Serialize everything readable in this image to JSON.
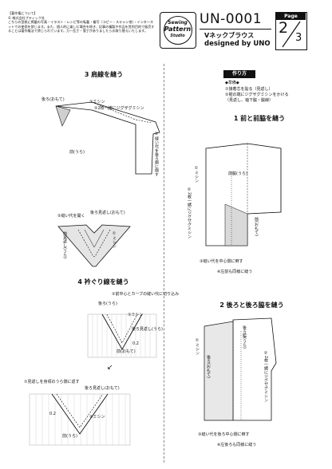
{
  "copyright": {
    "heading": "【著作権について】",
    "owner": "© 株式会社ブティック社",
    "body": "こちらの型紙に掲載の写真・イラスト・レシピ等の転載・複写（コピー・スキャン他）・インターネットでの使用を禁じます。また、個人的に楽しむ場合を除き、記事の複製や作品を営利目的で販売することは著作権法で禁じられています。万一乱丁・落丁がありましたらお取り替えいたします。"
  },
  "logo": {
    "line1": "Sewing",
    "line2": "Pattern",
    "line3": "Studio"
  },
  "header": {
    "code": "UN-0001",
    "name": "Vネックブラウス",
    "designer": "designed by UNO",
    "page_label": "Page",
    "page_current": "2",
    "page_total": "3"
  },
  "how_to": {
    "label": "作り方",
    "prep_title": "◆準備◆",
    "prep_items": [
      "①接着芯を貼る（見返し）",
      "②裾の端にジグザグミシンをかける",
      "（見返し、袖下脇・脇線）"
    ]
  },
  "step1": {
    "title": "1 前と前脇を縫う",
    "front": "前脇(うら)",
    "stitch": "①ミシン",
    "zigzag": "②2枚一緒にジグザグミシン",
    "front_label": "前(おもて)",
    "press": "③縫い代を中心側に倒す",
    "note": "※左前も同様に縫う"
  },
  "step2": {
    "title": "2 後ろと後ろ脇を縫う",
    "side_back": "後ろ脇(うら)",
    "stitch": "①ミシン",
    "zigzag": "②2枚一緒にジグザグミシン",
    "back_label": "後ろ(おもて)",
    "press": "③縫い代を後ろ中心側に倒す",
    "note": "※左後ろも同様に縫う"
  },
  "step3": {
    "title": "3 肩線を縫う",
    "back": "後ろ(おもて)",
    "stitch": "①ミシン",
    "zigzag": "②2枚一緒にジグザグミシン",
    "press": "③縫い代を後ろ側に倒す",
    "front": "前(うら)",
    "open": "②縫い代を開く",
    "back2": "後ろ見返し(おもて)",
    "stitch2": "①ミシン",
    "front_facing": "前見返し(うら)"
  },
  "step4": {
    "title": "4 衿ぐり線を縫う",
    "note1": "②前中心とカーブの縫い代に切り込み",
    "back": "後ろ(うら)",
    "stitch": "①ミシン",
    "back_facing": "後ろ見返し(うら)",
    "seam": "0.2",
    "front": "前(おもて)",
    "step_b1": "①見返しを身頃のうら側に返す",
    "step_b2": "後ろ見返し(おもて)",
    "seam2": "0.2",
    "stitch_b": "②ミシン",
    "front_b": "前(うら)"
  }
}
